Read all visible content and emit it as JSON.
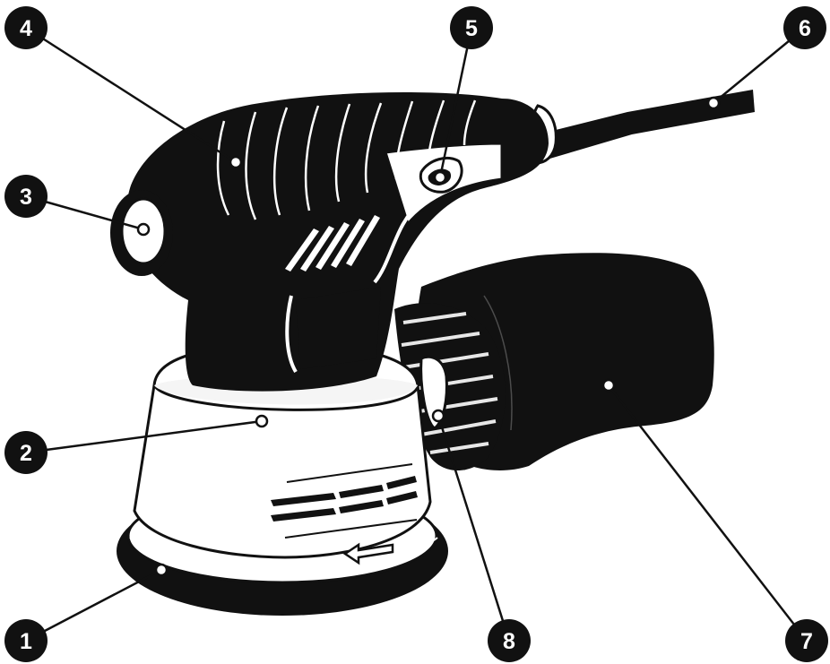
{
  "diagram": {
    "subject": "random-orbit-sander-illustration",
    "callouts": [
      {
        "number": "1",
        "part": "sanding-pad"
      },
      {
        "number": "2",
        "part": "motor-housing"
      },
      {
        "number": "3",
        "part": "palm-grip-cap"
      },
      {
        "number": "4",
        "part": "handle-grip"
      },
      {
        "number": "5",
        "part": "power-switch"
      },
      {
        "number": "6",
        "part": "power-cord"
      },
      {
        "number": "7",
        "part": "dust-bag"
      },
      {
        "number": "8",
        "part": "dust-port"
      }
    ]
  },
  "colors": {
    "ink": "#111111",
    "body": "#ffffff",
    "badge": "#111111",
    "badge_text": "#ffffff"
  }
}
